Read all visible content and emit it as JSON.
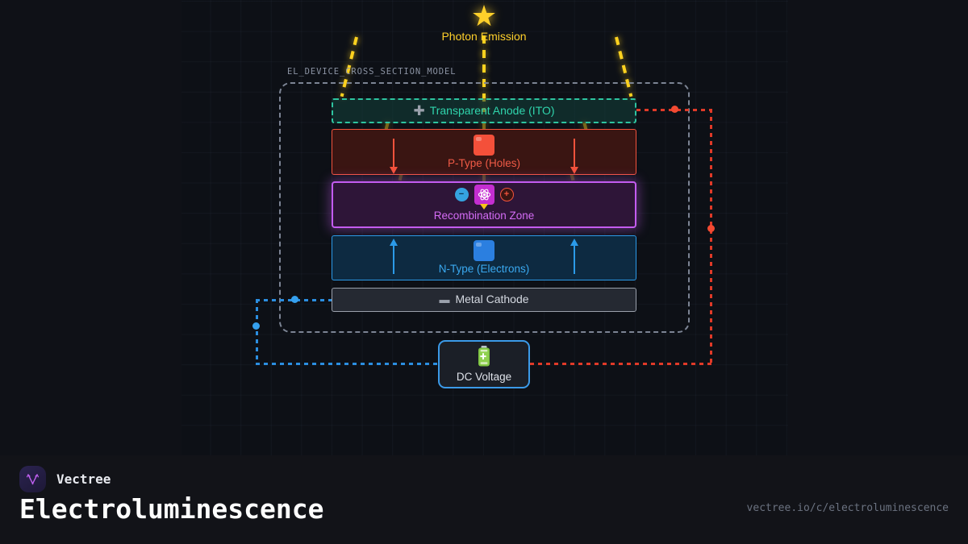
{
  "diagram": {
    "group_label": "EL_DEVICE_CROSS_SECTION_MODEL",
    "photon": {
      "label": "Photon Emission",
      "icon": "star-icon",
      "glyph": "★"
    },
    "layers": [
      {
        "id": "anode",
        "label": "Transparent Anode (ITO)",
        "icon": "plus-electrode-icon",
        "glyph": "✚",
        "border_color": "#2ec4a0",
        "text_color": "#2fd4ac",
        "fill_color": "#14423c"
      },
      {
        "id": "ptype",
        "label": "P-Type (Holes)",
        "icon": "red-carrier-square-icon",
        "border_color": "#f4533c",
        "text_color": "#f05a46",
        "fill_color": "#3a1512",
        "arrow_direction": "down"
      },
      {
        "id": "recomb",
        "label": "Recombination Zone",
        "icon": "atom-icon",
        "glyph": "⚛",
        "border_color": "#c45cf0",
        "text_color": "#d46cf5",
        "fill_color": "#2e1538",
        "electron_sign": "−",
        "hole_sign": "+"
      },
      {
        "id": "ntype",
        "label": "N-Type (Electrons)",
        "icon": "blue-carrier-square-icon",
        "border_color": "#2b9ae8",
        "text_color": "#3aa9f0",
        "fill_color": "#0d2a41",
        "arrow_direction": "up"
      },
      {
        "id": "cathode",
        "label": "Metal Cathode",
        "icon": "minus-electrode-icon",
        "glyph": "▬",
        "border_color": "#9aa0ab",
        "text_color": "#d4d8e0",
        "fill_color": "#252932"
      }
    ],
    "source": {
      "label": "DC Voltage",
      "icon": "battery-icon",
      "glyph": "🔋",
      "border_color": "#3b9ae8"
    },
    "wires": {
      "positive_color": "#e03a28",
      "negative_color": "#2b8ee0"
    }
  },
  "footer": {
    "brand": "Vectree",
    "logo_icon": "vectree-logo-icon",
    "title": "Electroluminescence",
    "url": "vectree.io/c/electroluminescence"
  }
}
